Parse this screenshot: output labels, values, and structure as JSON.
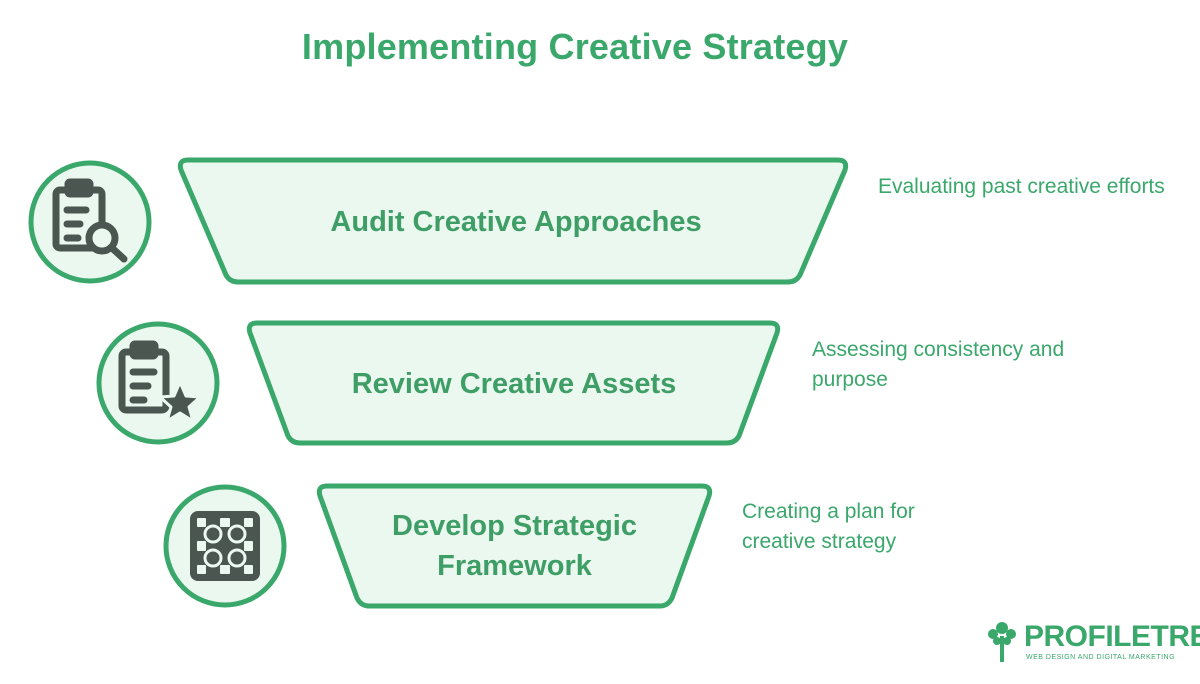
{
  "title": "Implementing Creative Strategy",
  "stages": [
    {
      "label": "Audit Creative Approaches",
      "description": "Evaluating past creative efforts",
      "icon": "clipboard-search-icon"
    },
    {
      "label": "Review Creative Assets",
      "description": "Assessing consistency and purpose",
      "icon": "clipboard-star-icon"
    },
    {
      "label": "Develop Strategic Framework",
      "description": "Creating a plan for creative strategy",
      "icon": "framework-grid-icon"
    }
  ],
  "logo": {
    "name": "PROFILETREE",
    "tagline": "WEB DESIGN AND DIGITAL MARKETING"
  },
  "colors": {
    "accent": "#3aa76b",
    "fill": "#ebf8ef",
    "icon": "#4a564f"
  }
}
